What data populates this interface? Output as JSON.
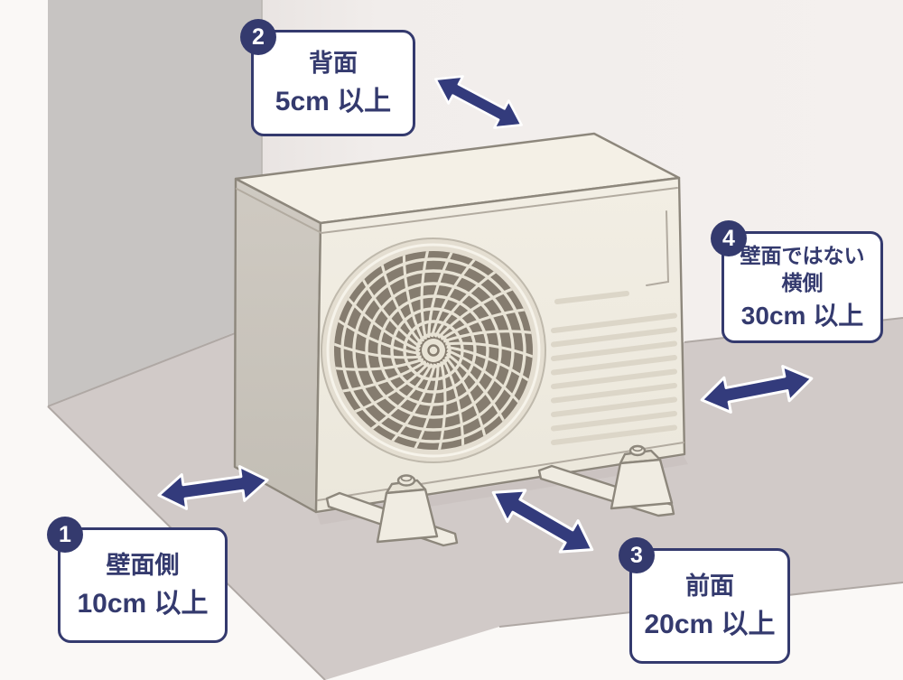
{
  "labels": [
    {
      "number": "1",
      "title": "壁面側",
      "value": "10cm 以上"
    },
    {
      "number": "2",
      "title": "背面",
      "value": "5cm 以上"
    },
    {
      "number": "3",
      "title": "前面",
      "value": "20cm 以上"
    },
    {
      "number": "4",
      "title_line1": "壁面ではない",
      "title_line2": "横側",
      "value": "30cm 以上"
    }
  ],
  "arrows": [
    {
      "icon": "double-arrow-icon",
      "meaning": "wall-side-clearance"
    },
    {
      "icon": "double-arrow-icon",
      "meaning": "back-clearance"
    },
    {
      "icon": "double-arrow-icon",
      "meaning": "front-clearance"
    },
    {
      "icon": "double-arrow-icon",
      "meaning": "open-side-clearance"
    }
  ],
  "colors": {
    "navy": "#343A6E",
    "arrow_navy": "#333B7C",
    "wall_left": "#C7C4C2",
    "wall_right": "#F3EFED",
    "floor": "#D1CAC8",
    "page_bg": "#FAF8F6",
    "unit_front": "#F0ECE2",
    "unit_side": "#CBC6BE",
    "unit_top": "#F4F0E6",
    "louver_slat": "#847B6F",
    "grille_disc": "#857C6F",
    "grille_lattice": "#E8E3D5"
  }
}
